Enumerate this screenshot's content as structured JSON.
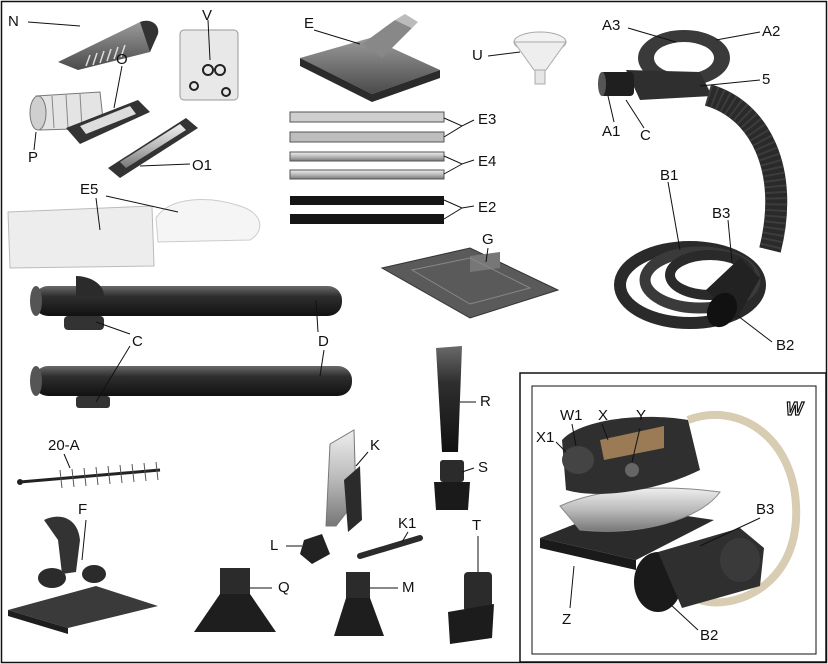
{
  "labels": {
    "N": "N",
    "V": "V",
    "E": "E",
    "U": "U",
    "A3": "A3",
    "A2": "A2",
    "five": "5",
    "O": "O",
    "A1": "A1",
    "C_hose": "C",
    "E3": "E3",
    "P": "P",
    "O1": "O1",
    "E4": "E4",
    "B1": "B1",
    "E5": "E5",
    "E2": "E2",
    "B3_hose": "B3",
    "G": "G",
    "B2_hose": "B2",
    "C_tube": "C",
    "D": "D",
    "R": "R",
    "twenty_A": "20-A",
    "K": "K",
    "S": "S",
    "F": "F",
    "L": "L",
    "K1": "K1",
    "T": "T",
    "Q": "Q",
    "M": "M",
    "W1": "W1",
    "X": "X",
    "Y": "Y",
    "X1": "X1",
    "B3_iron": "B3",
    "Z": "Z",
    "B2_iron": "B2"
  },
  "inset": {
    "tag": "W"
  },
  "colors": {
    "frame": "#111111",
    "part_dark": "#2b2b2b",
    "part_mid": "#555555",
    "part_light": "#cfcfcf"
  }
}
